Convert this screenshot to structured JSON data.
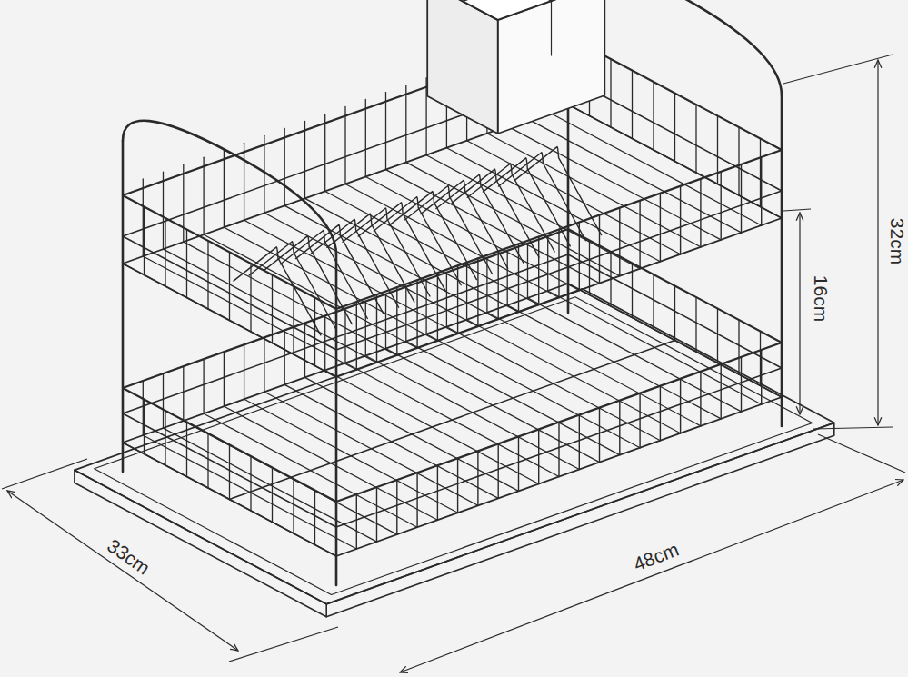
{
  "diagram": {
    "labels": [
      "32cm",
      "16cm",
      "33cm",
      "48cm"
    ]
  }
}
